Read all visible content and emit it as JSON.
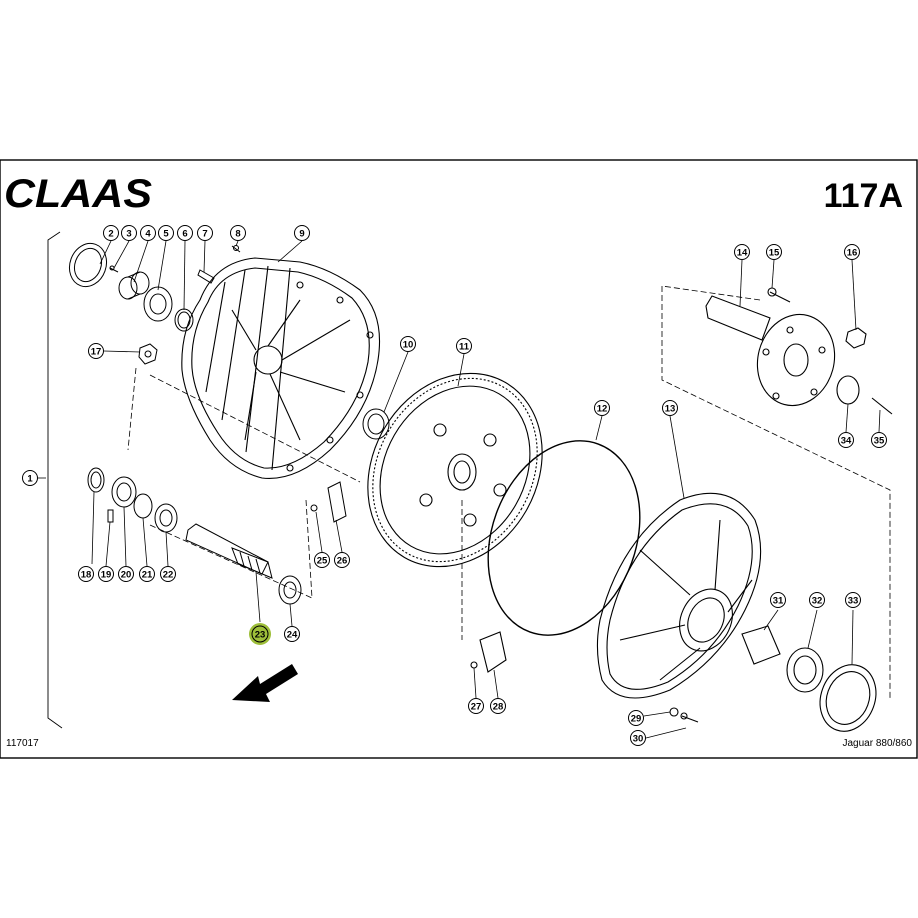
{
  "header": {
    "brand": "CLAAS",
    "page_code": "117A"
  },
  "footer": {
    "figure_number": "117017",
    "model": "Jaguar 880/860"
  },
  "callouts": [
    "1",
    "2",
    "3",
    "4",
    "5",
    "6",
    "7",
    "8",
    "9",
    "10",
    "11",
    "12",
    "13",
    "14",
    "15",
    "16",
    "17",
    "18",
    "19",
    "20",
    "21",
    "22",
    "23",
    "24",
    "25",
    "26",
    "27",
    "28",
    "29",
    "30",
    "31",
    "32",
    "33",
    "34",
    "35"
  ],
  "highlighted_callout": "23",
  "colors": {
    "line": "#000000",
    "highlight": "#9ebf3a",
    "background": "#ffffff"
  }
}
